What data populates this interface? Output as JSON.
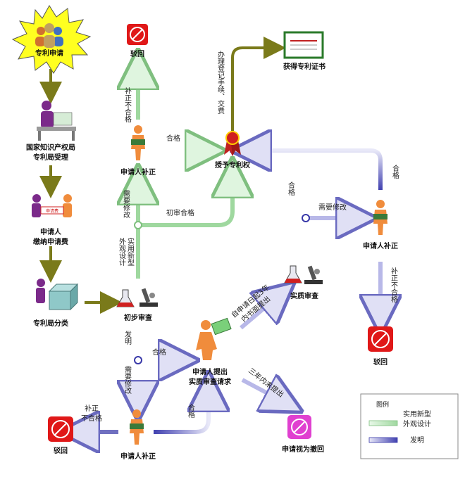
{
  "nodes": {
    "apply": "专利申请",
    "accept_1": "国家知识产权局",
    "accept_2": "专利局受理",
    "fee_1": "申请人",
    "fee_2": "缴纳申请费",
    "fee_sign": "申请费",
    "classify": "专利局分类",
    "prelim": "初步审查",
    "supp_top": "申请人补正",
    "reject_top": "驳回",
    "certificate": "获得专利证书",
    "grant": "授予专利权",
    "supp_right": "申请人补正",
    "reject_right": "驳回",
    "sub_1": "申请人提出",
    "sub_2": "实质审查请求",
    "substantive": "实质审查",
    "withdrawn": "申请视为撤回",
    "supp_bottom": "申请人补正",
    "reject_bottom": "驳回"
  },
  "edges": {
    "not_ok_top": "补正不合格",
    "ok_top": "合格",
    "need_mod_top": "需要修改",
    "design": "外观设计",
    "utility": "实用新型",
    "prelim_ok": "初审合格",
    "register": "办理登记手续、交费",
    "invention": "发明",
    "ok_invention": "合格",
    "need_mod_bottom": "需要修改",
    "not_ok_bottom_1": "补正",
    "not_ok_bottom_2": "不合格",
    "ok_bottom": "合格",
    "three_years_1": "自申请日起3年",
    "three_years_2": "内书面提出",
    "not_within": "三年内未提出",
    "ok_subst": "合格",
    "need_mod_right": "需要修改",
    "ok_right": "合格",
    "not_ok_right": "补正不合格"
  },
  "legend": {
    "title": "图例",
    "green_1": "实用新型",
    "green_2": "外观设计",
    "blue": "发明"
  },
  "colors": {
    "olive": "#7a7a1a",
    "green_arrow": "#bfe8bf",
    "blue_arrow": "#3838a8",
    "person": "#f08c3c",
    "reject_red": "#e01818",
    "withdraw_pink": "#e040d0",
    "star_yellow": "#ffff20"
  }
}
